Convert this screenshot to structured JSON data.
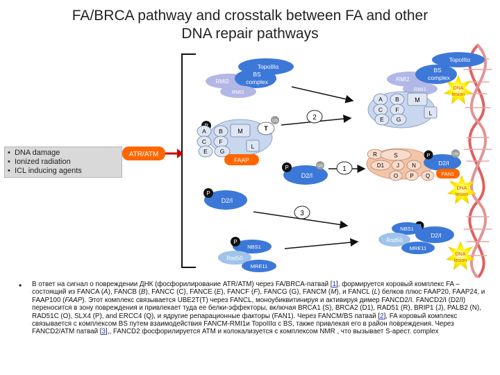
{
  "title": {
    "line1": "FA/BRCA pathway and crosstalk between FA and other",
    "line2": "DNA repair pathways"
  },
  "inputs": {
    "items": [
      "DNA damage",
      "Ionized radiation",
      "ICL inducing agents"
    ]
  },
  "signal_kinase": "ATR/ATM",
  "nodes": {
    "topoIIIa": "TopoIIIα",
    "bs": "BS",
    "complex": "complex",
    "rmi2": "RMI2",
    "rmi1": "RMI1",
    "phospho": "P",
    "ub": "Ub",
    "core": [
      "A",
      "B",
      "M",
      "C",
      "F",
      "E",
      "G"
    ],
    "T": "T",
    "L": "L",
    "faap": "FAAP",
    "d2i": "D2/I",
    "nbs1": "NBS1",
    "rad50": "Rad50",
    "mre11": "MRE11",
    "effectors_row1": [
      "R",
      "S"
    ],
    "effectors_row2": [
      "D1",
      "J",
      "N"
    ],
    "effectors_row3": [
      "O",
      "P",
      "Q"
    ],
    "fan1": "FAN1",
    "lesion": [
      "DNA",
      "lesion"
    ]
  },
  "steps": [
    "1",
    "2",
    "3"
  ],
  "body": {
    "bullet": "•",
    "t1": "В ответ на сигнал о повреждении ДНК (фосфорилирование ATR/ATM) через FA/BRCA-патвай [",
    "r1": "1",
    "t2": "], формируется коровый комплекс FA – состоящий из FANCA (",
    "i_a": "A",
    "t3": "), FANCB (",
    "i_b": "B",
    "t4": "), FANCC (C), FANCE (",
    "i_e": "E",
    "t5": "), FANCF (",
    "i_f": "F",
    "t6": "), FANCG (G), FANCM (",
    "i_m": "M",
    "t7": "), и FANCL (",
    "i_l": "L",
    "t8": ") белков плюс FAAP20, FAAP24, и FAAP100 (",
    "i_faap": "FAAP",
    "t9": "). Этот комплекс связывается UBE2T(T) через FANCL, моноубиквитинируя и активируя димер FANCD2/I. FANCD2/I (D2/I) переносится в зону повреждения и привлекает туда ее белки-эффекторы, включая BRCA1 (S), BRCA2 (D1), RAD51 (R), BRIP1 (J), PALB2 (N), RAD51C (O), SLX4 (P), and ERCC4 (Q), и ядругие репарационные факторы (FAN1). Через FANCM/BS патвай [",
    "r2": "2",
    "t10": "], FA коровый комплекс связывается с комплексом BS путем взаимодействия FANCM-RMI1и TopoIIIα с BS, также привлекая его в район повреждения. Через FANCD2/ATM патвай [",
    "r3": "3",
    "t11": "],, FANCD2 фосфорилируется ATM и колокализуется с комплексом NMR , что вызывает S-арест. complex"
  },
  "colors": {
    "blue": "#3c78d8",
    "lavender": "#b3b7e6",
    "lightblue": "#c8d6ee",
    "orange": "#ff6600",
    "yellow": "#ffee00",
    "ub_gray": "#9a9a9a",
    "panel_gray": "#d9d9d9"
  }
}
